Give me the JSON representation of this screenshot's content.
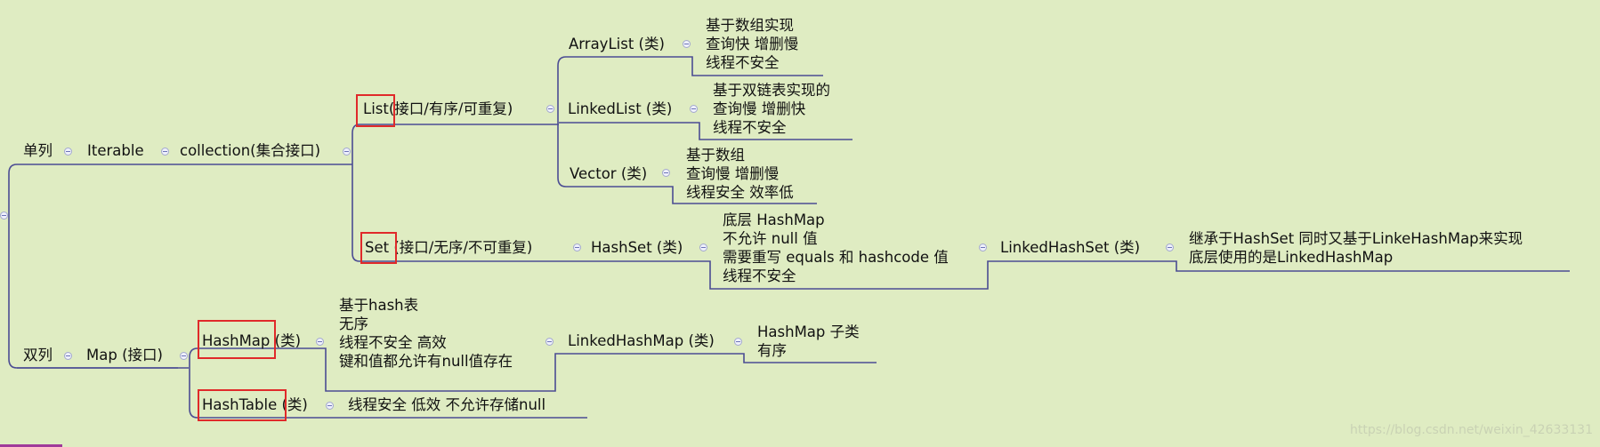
{
  "colors": {
    "background": "#dfecc2",
    "branch": "#4b4c93",
    "highlight": "#e02a2a"
  },
  "nodes": {
    "danlie": "单列",
    "iterable": "Iterable",
    "collection": "collection(集合接口)",
    "list": "List(接口/有序/可重复)",
    "arraylist": "ArrayList (类)",
    "arraylist_desc": [
      "基于数组实现",
      "查询快  增删慢",
      "线程不安全"
    ],
    "linkedlist": "LinkedList (类)",
    "linkedlist_desc": [
      "基于双链表实现的",
      " 查询慢  增删快",
      "线程不安全"
    ],
    "vector": "Vector (类)",
    "vector_desc": [
      "基于数组",
      " 查询慢  增删慢",
      "线程安全  效率低"
    ],
    "set": "Set (接口/无序/不可重复)",
    "hashset": "HashSet (类)",
    "hashset_desc": [
      "底层  HashMap",
      " 不允许  null 值",
      "需要重写 equals 和 hashcode 值",
      "线程不安全"
    ],
    "linkedhashset": "LinkedHashSet  (类)",
    "linkedhashset_desc": [
      "继承于HashSet  同时又基于LinkeHashMap来实现",
      "底层使用的是LinkedHashMap"
    ],
    "shuanglie": "双列",
    "map": "Map (接口)",
    "hashmap": "HashMap (类)",
    "hashmap_desc": [
      "基于hash表",
      "无序",
      "线程不安全  高效",
      "键和值都允许有null值存在"
    ],
    "linkedhashmap": "LinkedHashMap (类)",
    "linkedhashmap_desc": [
      "HashMap 子类",
      "有序"
    ],
    "hashtable": "HashTable (类)",
    "hashtable_desc": "线程安全  低效 不允许存储null"
  },
  "watermark": "https://blog.csdn.net/weixin_42633131"
}
